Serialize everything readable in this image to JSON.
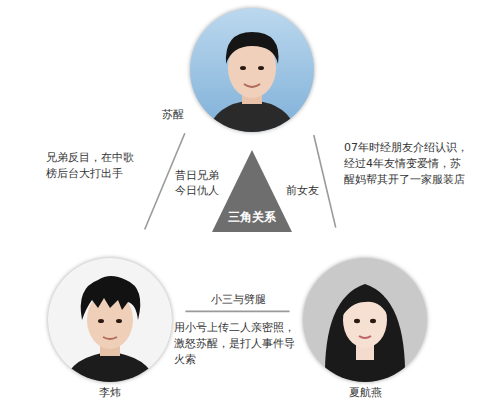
{
  "diagram": {
    "nodes": [
      {
        "text": [
          "苏醒"
        ]
      },
      {
        "text": [
          "三角关系"
        ]
      },
      {
        "text": [
          "李炜"
        ]
      },
      {
        "text": [
          "夏航燕"
        ]
      }
    ],
    "edges": [
      {
        "from": 0,
        "to": 2,
        "label": "昔日兄弟 今日仇人",
        "arrow": "none"
      },
      {
        "from": 0,
        "to": 3,
        "label": "前女友",
        "arrow": "none"
      },
      {
        "from": 2,
        "to": 3,
        "label": "小三与劈腿",
        "arrow": "none"
      }
    ],
    "labels": [
      "兄弟反目，在中歌榜后台大打出手",
      "07年时经朋友介绍认识，经过4年友情变爱情，苏醒妈帮其开了一家服装店",
      "用小号上传二人亲密照，激怒苏醒，是打人事件导火索"
    ]
  }
}
